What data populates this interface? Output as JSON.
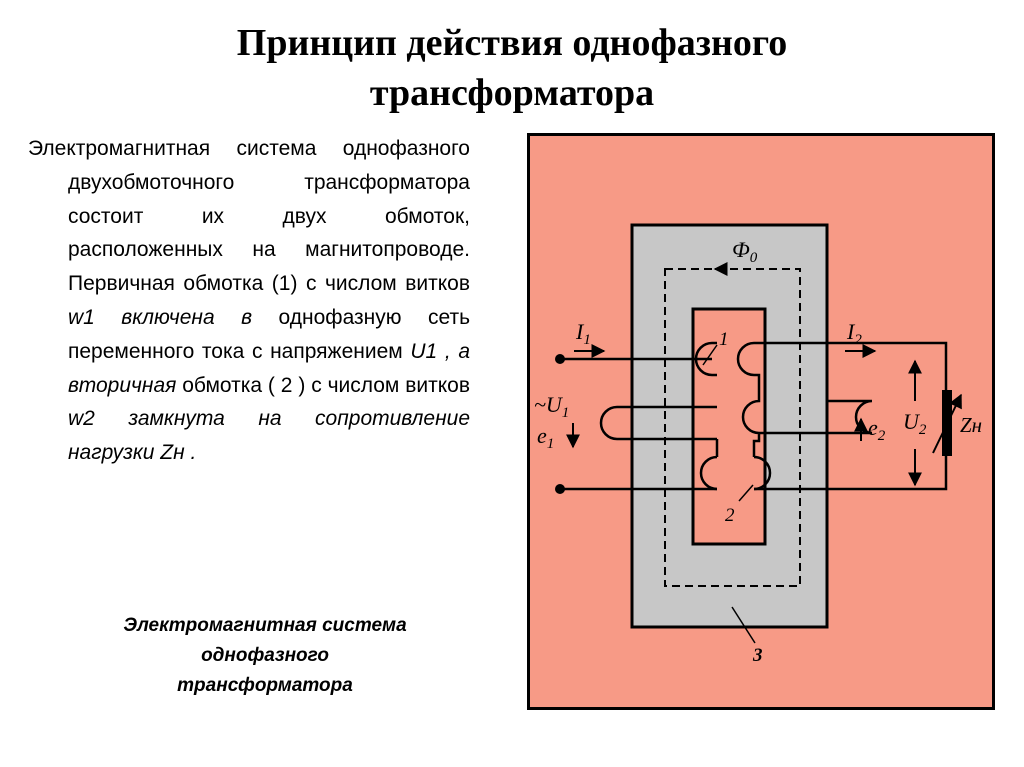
{
  "title": {
    "line1": "Принцип действия однофазного",
    "line2": "трансформатора"
  },
  "body": {
    "p1": "Электромагнитная система однофазного двухобмоточного трансформатора состоит их двух обмоток, расположенных на магнитопроводе. Первичная обмотка (1) с числом витков ",
    "w1": "w1 включена в",
    "p2": " однофазную сеть переменного тока с напряжением ",
    "u1": "U1 , а вторичная",
    "p3": " обмотка ( 2 ) с числом витков ",
    "w2": "w2 замкнута на сопротивление нагрузки Zн ."
  },
  "caption": {
    "line1": "Электромагнитная система",
    "line2": "однофазного",
    "line3": "трансформатора"
  },
  "figure": {
    "background_color": "#f79a86",
    "core_color": "#c7c7c7",
    "labels": {
      "flux": "Ф",
      "flux_sub": "0",
      "i1": "I",
      "i1_sub": "1",
      "i2": "I",
      "i2_sub": "2",
      "u1": "~U",
      "u1_sub": "1",
      "e1": "e",
      "e1_sub": "1",
      "e2": "e",
      "e2_sub": "2",
      "u2": "U",
      "u2_sub": "2",
      "zn": "Zн",
      "winding1": "1",
      "winding2": "2",
      "core": "3"
    }
  }
}
